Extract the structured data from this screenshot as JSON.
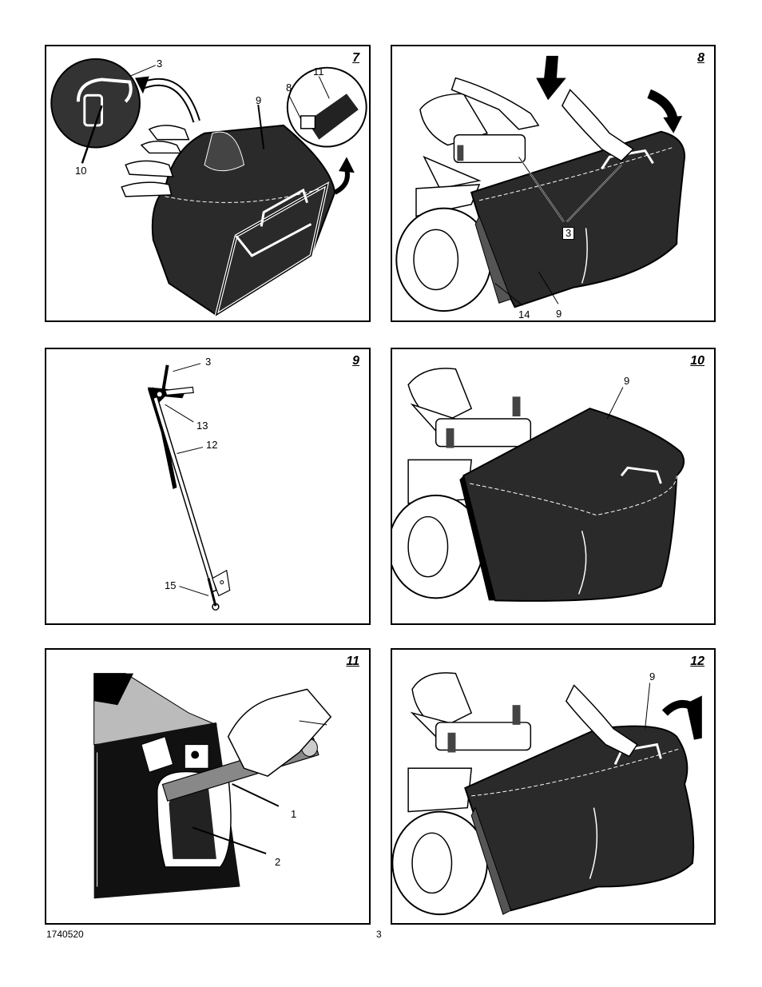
{
  "page_number": "3",
  "doc_id": "1740520",
  "figures": [
    {
      "number": "7",
      "callouts": [
        "3",
        "10",
        "11",
        "8",
        "9"
      ]
    },
    {
      "number": "8",
      "callouts": [
        "3",
        "14",
        "9"
      ]
    },
    {
      "number": "9",
      "callouts": [
        "3",
        "13",
        "12",
        "15"
      ]
    },
    {
      "number": "10",
      "callouts": [
        "9"
      ]
    },
    {
      "number": "11",
      "callouts": [
        "1",
        "2"
      ]
    },
    {
      "number": "12",
      "callouts": [
        "9"
      ]
    }
  ]
}
